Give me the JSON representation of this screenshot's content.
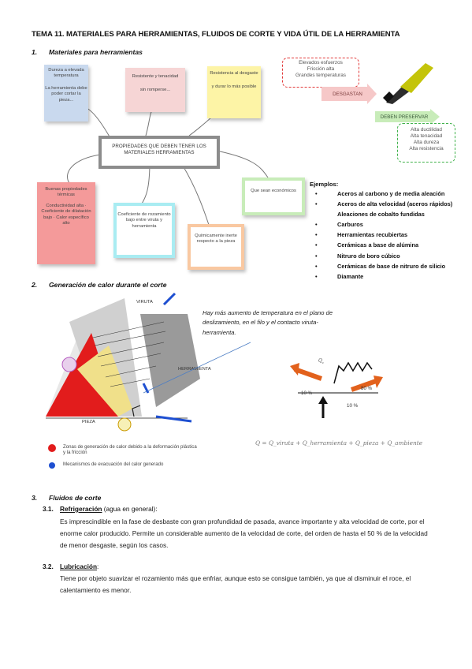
{
  "title": "TEMA 11. MATERIALES PARA HERRAMIENTAS, FLUIDOS DE CORTE Y VIDA ÚTIL DE LA HERRAMIENTA",
  "section1": {
    "num": "1.",
    "title": "Materiales para herramientas"
  },
  "mindmap": {
    "center": "PROPIEDADES QUE DEBEN TENER LOS MATERIALES HERRAMIENTAS",
    "notes": [
      {
        "title": "Dureza a elevada temperatura",
        "body": "La herramienta debe poder cortar la pieza..."
      },
      {
        "title": "Resistente y tenacidad",
        "body": "sin romperse..."
      },
      {
        "title": "Resistencia al desgaste",
        "body": "y durar lo más posible"
      },
      {
        "title": "Buenas propiedades térmicas",
        "body": "Conductividad alta · Coeficiente de dilatación bajo · Calor específico alto"
      },
      {
        "title": "Coeficiente de rozamiento bajo entre viruta y herramienta",
        "body": ""
      },
      {
        "title": "Químicamente inerte respecto a la pieza",
        "body": ""
      },
      {
        "title": "Que sean económicos",
        "body": ""
      }
    ]
  },
  "wear": {
    "causes": [
      "Elevados esfuerzos",
      "Fricción alta",
      "Grandes temperaturas"
    ],
    "arrow1": "DESGASTAN",
    "arrow2": "DEBEN PRESERVAR",
    "preserve": [
      "Alta ductilidad",
      "Alta tenacidad",
      "Alta dureza",
      "Alta resistencia"
    ]
  },
  "examples": {
    "title": "Ejemplos:",
    "items": [
      {
        "text": "Aceros al carbono y de media aleación",
        "bullet": true
      },
      {
        "text": "Aceros de alta velocidad (aceros rápidos)",
        "bullet": true
      },
      {
        "text": "Aleaciones de cobalto fundidas",
        "bullet": false
      },
      {
        "text": "Carburos",
        "bullet": true
      },
      {
        "text": "Herramientas recubiertas",
        "bullet": true
      },
      {
        "text": "Cerámicas a base de alúmina",
        "bullet": true
      },
      {
        "text": "Nitruro de boro cúbico",
        "bullet": true
      },
      {
        "text": "Cerámicas de base de nitruro de silicio",
        "bullet": true
      },
      {
        "text": "Diamante",
        "bullet": true
      }
    ]
  },
  "section2": {
    "num": "2.",
    "title": "Generación de calor durante el corte"
  },
  "heat": {
    "labels": {
      "viruta": "VIRUTA",
      "herramienta": "HERRAMIENTA",
      "pieza": "PIEZA"
    },
    "note": "Hay más aumento de temperatura en el plano de deslizamiento, en el filo y el contacto viruta-herramienta.",
    "legend1": "Zonas de generación de calor debido a la deformación plástica y la fricción",
    "legend2": "Mecanismos de evacuación del calor generado",
    "pct_chip": "10 %",
    "pct_tool": "80 %",
    "pct_piece": "10 %",
    "formula": "Q = Q_viruta + Q_herramienta + Q_pieza + Q_ambiente"
  },
  "section3": {
    "num": "3.",
    "title": "Fluidos de corte"
  },
  "fluids": [
    {
      "num": "3.1.",
      "title": "Refrigeración",
      "suffix": " (agua en general):",
      "text": "Es imprescindible en la fase de desbaste con gran profundidad de pasada, avance importante y alta velocidad de corte, por el enorme calor producido. Permite un considerable aumento de la velocidad de corte, del orden de hasta el 50 % de la velocidad de menor desgaste, según los casos."
    },
    {
      "num": "3.2.",
      "title": "Lubricación",
      "suffix": ":",
      "text": "Tiene por objeto suavizar el rozamiento más que enfriar, aunque esto se consigue también, ya que al disminuir el roce, el calentamiento es menor."
    }
  ],
  "colors": {
    "blue": "#c9d9ee",
    "pink": "#f6d5d5",
    "yellow": "#fdf4a6",
    "red": "#f49a9a",
    "cyan": "#a9ecf2",
    "orange": "#f9c8a1",
    "green": "#c8ecb9",
    "red_dash": "#e23a3a",
    "green_dash": "#3fb24a"
  }
}
